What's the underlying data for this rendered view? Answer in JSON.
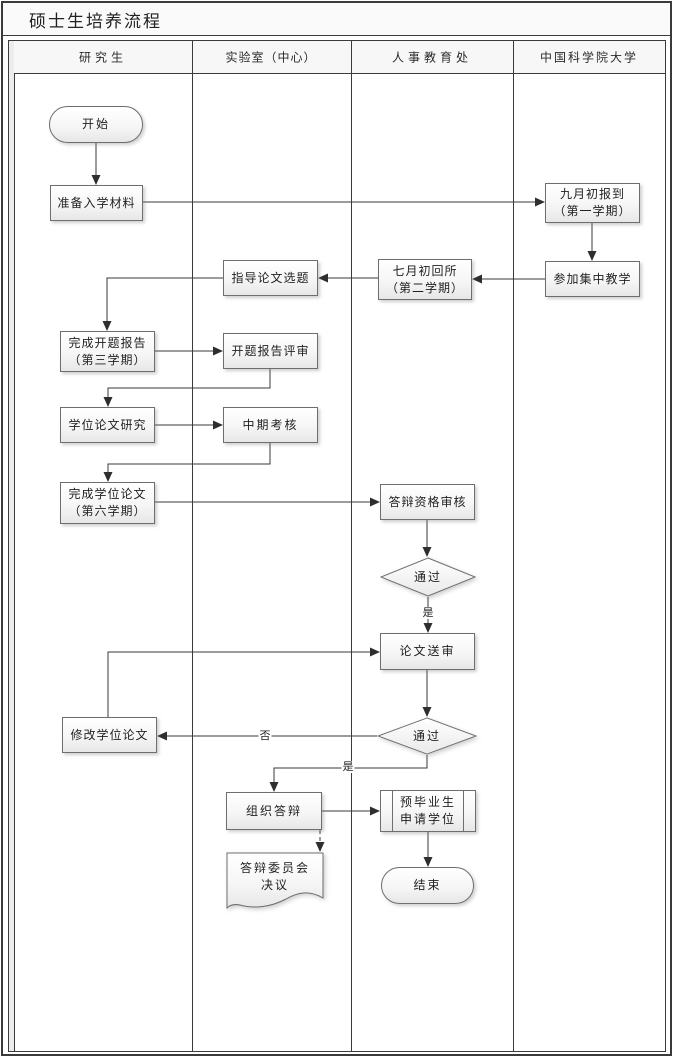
{
  "title": "硕士生培养流程",
  "lanes": [
    {
      "label": "研究生"
    },
    {
      "label": "实验室（中心）"
    },
    {
      "label": "人事教育处"
    },
    {
      "label": "中国科学院大学"
    }
  ],
  "nodes": {
    "start": "开始",
    "prepare_materials": "准备入学材料",
    "september_report": "九月初报到\n（第一学期）",
    "guide_topic": "指导论文选题",
    "july_return": "七月初回所\n（第二学期）",
    "centralized_teaching": "参加集中教学",
    "complete_proposal": "完成开题报告\n（第三学期）",
    "proposal_review": "开题报告评审",
    "thesis_research": "学位论文研究",
    "midterm_assessment": "中期考核",
    "complete_thesis": "完成学位论文\n（第六学期）",
    "defense_qualification": "答辩资格审核",
    "pass_decision_1": "通过",
    "thesis_submission": "论文送审",
    "pass_decision_2": "通过",
    "revise_thesis": "修改学位论文",
    "organize_defense": "组织答辩",
    "pregraduate_apply": "预毕业生\n申请学位",
    "committee_resolution": "答辩委员会\n决议",
    "end": "结束"
  },
  "edge_labels": {
    "yes_1": "是",
    "no_1": "否",
    "yes_2": "是"
  },
  "colors": {
    "shape_border": "#6e6e6e",
    "connector": "#3a3a3a",
    "lane_border": "#3a3a3a",
    "lane_header_bg": "#f7f7f7",
    "shape_fill_top": "#ffffff",
    "shape_fill_bottom": "#e7e7e7",
    "title_bg": "#fafafa"
  }
}
